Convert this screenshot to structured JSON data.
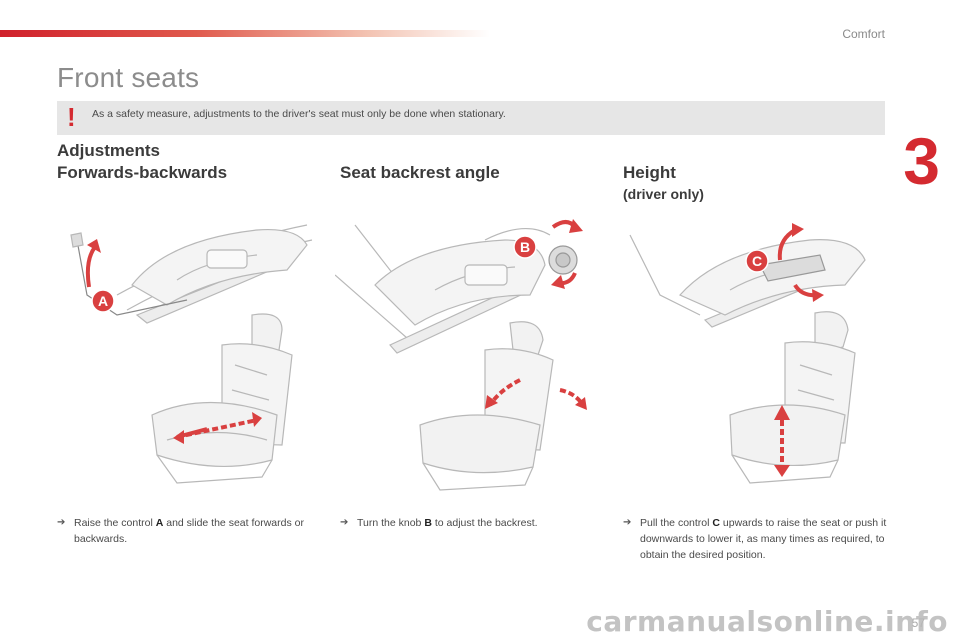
{
  "header": {
    "section_label": "Comfort",
    "chapter_number": "3"
  },
  "page": {
    "title": "Front seats",
    "number": "57"
  },
  "warning": {
    "icon": "exclamation-icon",
    "text": "As a safety measure, adjustments to the driver's seat must only be done when stationary."
  },
  "columns": [
    {
      "section": "Adjustments",
      "heading": "Forwards-backwards",
      "subheading": "",
      "control_letter": "A",
      "instruction_pre": "Raise the control ",
      "instruction_bold": "A",
      "instruction_post": " and slide the seat forwards or backwards."
    },
    {
      "heading": "Seat backrest angle",
      "subheading": "",
      "control_letter": "B",
      "instruction_pre": "Turn the knob ",
      "instruction_bold": "B",
      "instruction_post": " to adjust the backrest."
    },
    {
      "heading": "Height",
      "subheading": "(driver only)",
      "control_letter": "C",
      "instruction_pre": "Pull the control ",
      "instruction_bold": "C",
      "instruction_post": " upwards to raise the seat or push it downwards to lower it, as many times as required, to obtain the desired position."
    }
  ],
  "bullet_glyph": "➔",
  "watermark": "carmanualsonline.info",
  "colors": {
    "accent": "#d42a30",
    "callout": "#d94040",
    "warning_bg": "#e6e6e6",
    "title_grey": "#8c8c8c"
  }
}
